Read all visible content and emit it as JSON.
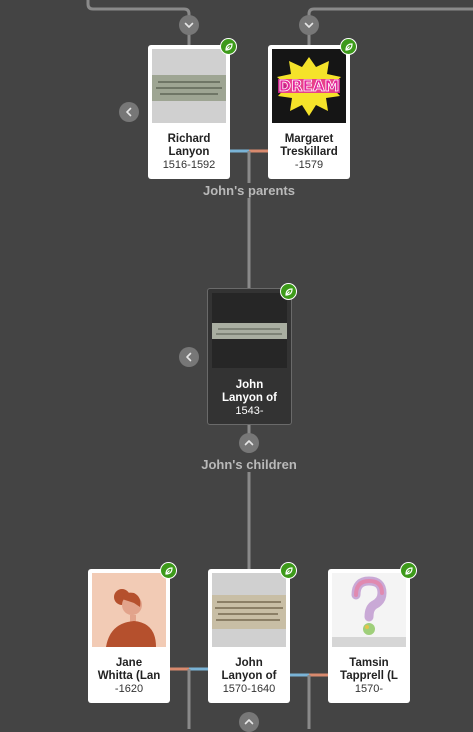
{
  "colors": {
    "background": "#444444",
    "connector": "#8a8a8a",
    "father_line": "#7ab3d6",
    "mother_line": "#d98a6e",
    "hint_badge": "#3d9a1a",
    "label_text": "#b9b9b9"
  },
  "icons": {
    "expand_up": "chevron-down-icon",
    "back": "chevron-left-icon",
    "collapse": "chevron-up-icon",
    "hint": "leaf-hint-icon"
  },
  "parents": {
    "father": {
      "name": "Richard\nLanyon",
      "dates": "1516-1592",
      "photo": "document-photo"
    },
    "mother": {
      "name": "Margaret\nTreskillard",
      "dates": "-1579",
      "photo": "dream-sticker-photo"
    },
    "label": "John's parents"
  },
  "focus": {
    "name": "John\nLanyon of",
    "dates": "1543-",
    "photo": "document-photo"
  },
  "children_label": "John's children",
  "children": [
    {
      "name": "Jane\nWhitta (Lan",
      "dates": "-1620",
      "photo": "woman-illustration"
    },
    {
      "name": "John\nLanyon of",
      "dates": "1570-1640",
      "photo": "document-photo"
    },
    {
      "name": "Tamsin\nTapprell (L",
      "dates": "1570-",
      "photo": "question-mark-photo"
    }
  ]
}
